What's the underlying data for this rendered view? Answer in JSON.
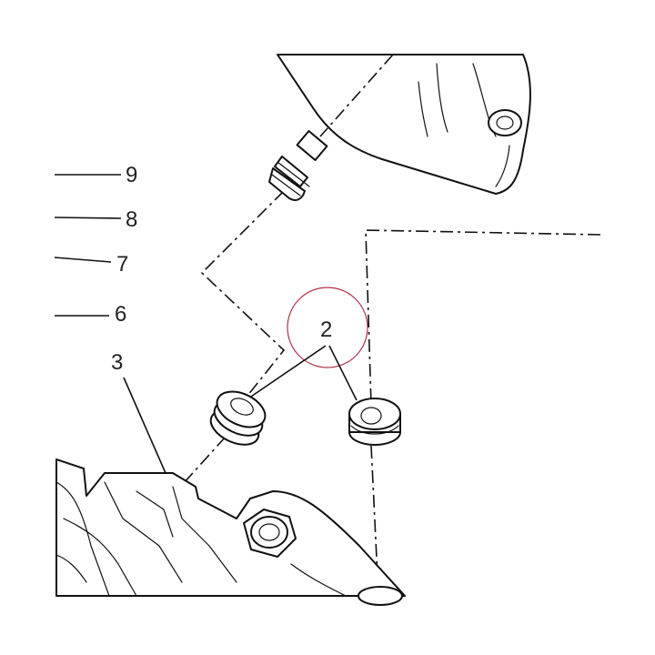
{
  "callouts": {
    "c9": "9",
    "c8": "8",
    "c7": "7",
    "c6": "6",
    "c3": "3",
    "c2": "2"
  },
  "colors": {
    "line": "#111111",
    "highlight_circle": "#b03048",
    "background": "#ffffff"
  }
}
